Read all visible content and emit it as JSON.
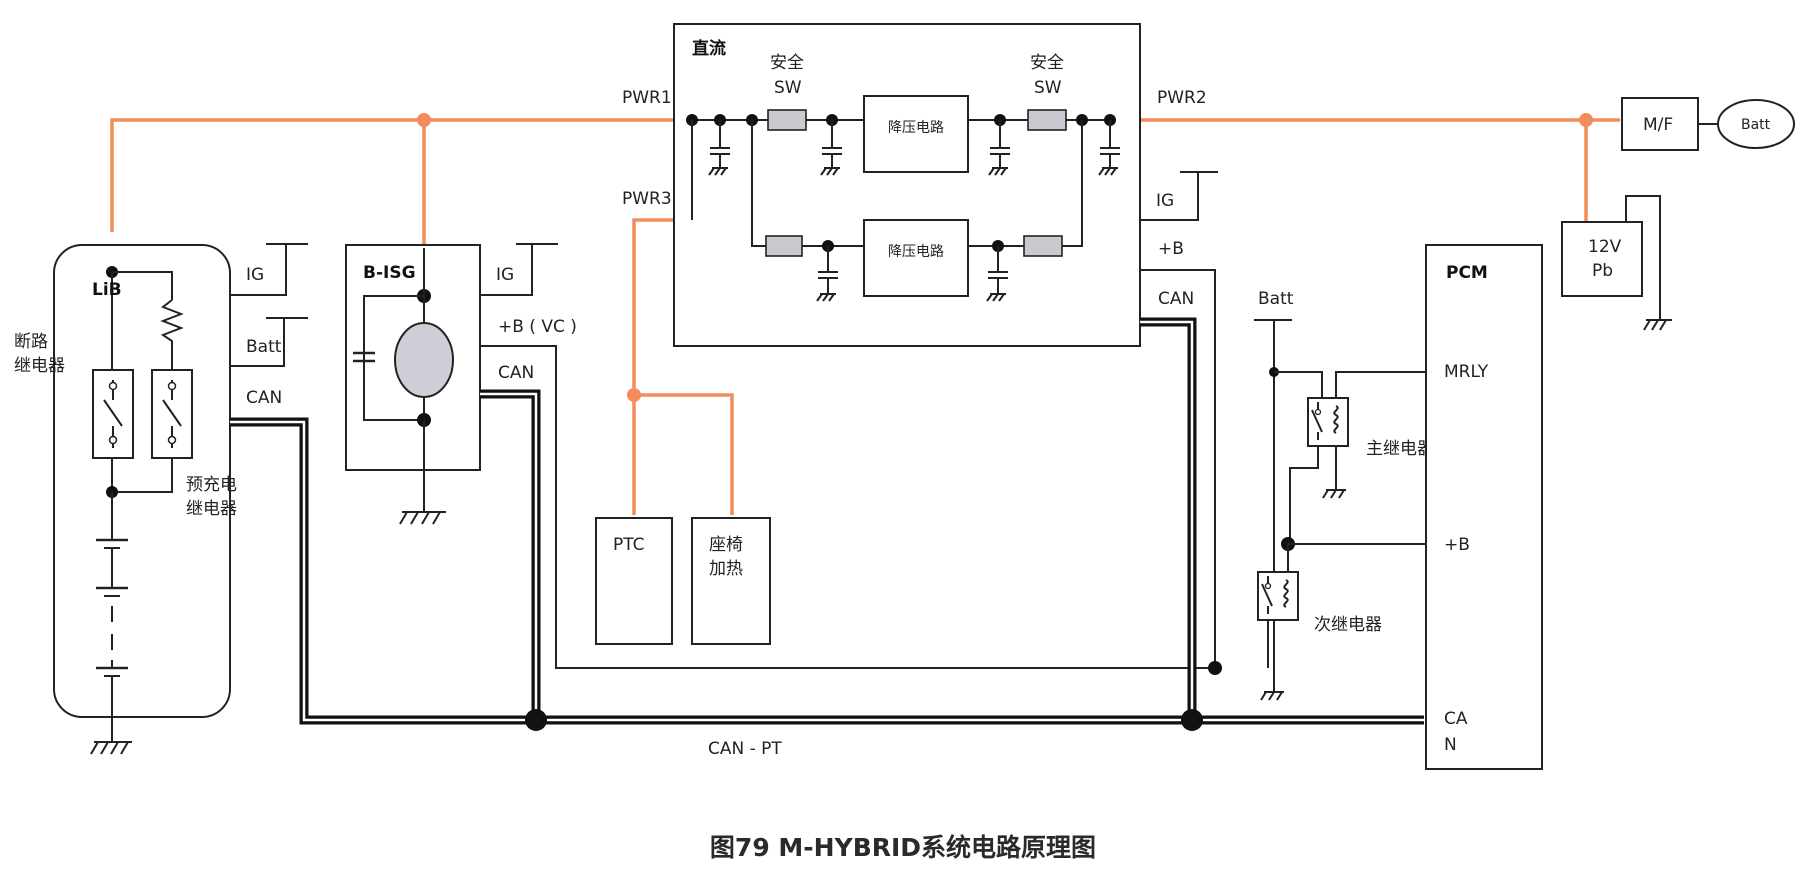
{
  "lib_module": {
    "title": "LiB",
    "ig_label": "IG",
    "batt_label": "Batt",
    "can_label": "CAN",
    "breaker_relay_label_1": "断路",
    "breaker_relay_label_2": "继电器",
    "precharge_relay_label_1": "预充电",
    "precharge_relay_label_2": "继电器"
  },
  "bisg_module": {
    "title": "B-ISG",
    "ig_label": "IG",
    "vc_label": "+B ( VC )",
    "can_label": "CAN"
  },
  "dcdc_module": {
    "title": "直流",
    "pwr1_label": "PWR1",
    "pwr2_label": "PWR2",
    "pwr3_label": "PWR3",
    "safety_sw_left_1": "安全",
    "safety_sw_left_2": "SW",
    "safety_sw_right_1": "安全",
    "safety_sw_right_2": "SW",
    "buck_upper_label": "降压电路",
    "buck_lower_label": "降压电路",
    "ig_label": "IG",
    "b_label": "+B",
    "can_label": "CAN"
  },
  "loads": {
    "ptc_label": "PTC",
    "seat_heat_label_1": "座椅",
    "seat_heat_label_2": "加热"
  },
  "right_side": {
    "mf_label": "M/F",
    "batt_label": "Batt",
    "pb_label_1": "12V",
    "pb_label_2": "Pb",
    "batt_feed_label": "Batt",
    "main_relay_label": "主继电器",
    "sub_relay_label": "次继电器"
  },
  "pcm_module": {
    "title": "PCM",
    "mrly_label": "MRLY",
    "b_label": "+B",
    "can_label_1": "CA",
    "can_label_2": "N"
  },
  "bus": {
    "can_pt_label": "CAN - PT"
  },
  "caption": "图79 M-HYBRID系统电路原理图"
}
